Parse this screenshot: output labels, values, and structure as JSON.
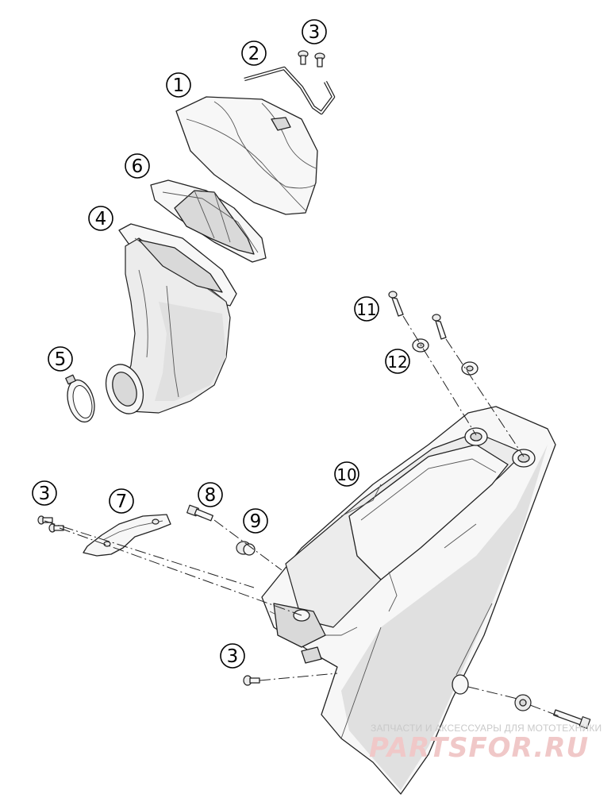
{
  "callouts": {
    "c1": "1",
    "c2": "2",
    "c3a": "3",
    "c3b": "3",
    "c3c": "3",
    "c4": "4",
    "c5": "5",
    "c6": "6",
    "c7": "7",
    "c8": "8",
    "c9": "9",
    "c10": "10",
    "c11": "11",
    "c12": "12"
  },
  "watermark": {
    "caption": "ЗАПЧАСТИ И АКСЕССУАРЫ ДЛЯ МОТОТЕХНИКИ",
    "brand": "PARTSFOR.RU"
  },
  "colors": {
    "line": "#222222",
    "watermark_brand": "#f0c8c8",
    "watermark_caption": "#c9c9c9"
  }
}
